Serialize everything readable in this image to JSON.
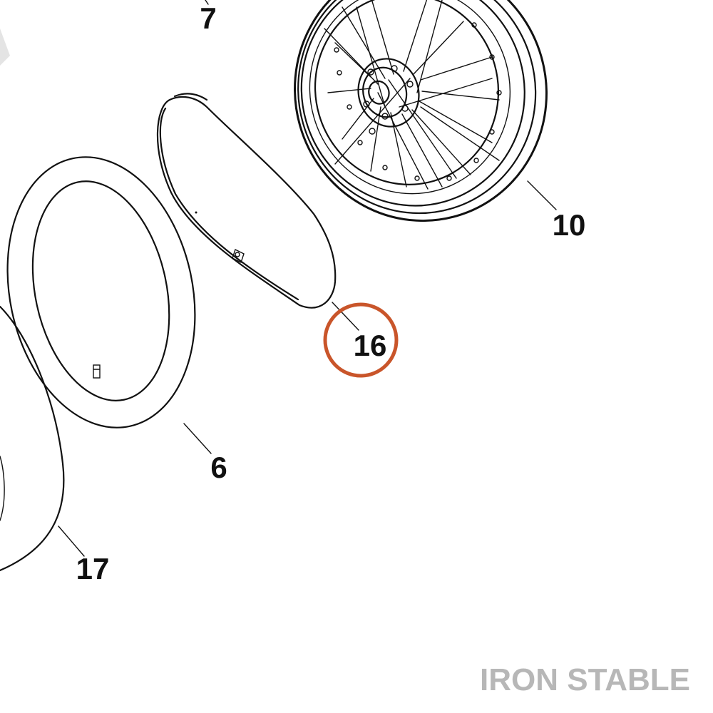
{
  "callouts": {
    "part_7": "7",
    "part_10": "10",
    "part_16": "16",
    "part_6": "6",
    "part_17": "17"
  },
  "highlight": {
    "target": "16",
    "color": "#c9552a"
  },
  "watermark": {
    "text": "IRON STABLE",
    "color": "#b7b7b7"
  }
}
